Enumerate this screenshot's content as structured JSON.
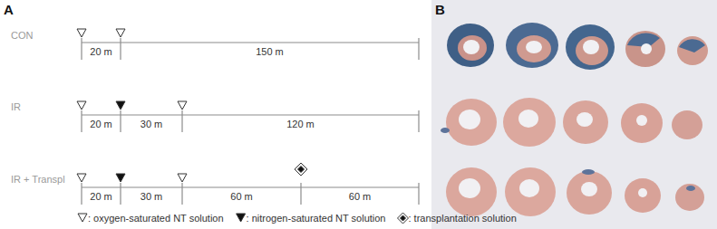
{
  "diagram": {
    "labels": [
      "A",
      "B",
      "CON",
      "20 m",
      "150 m",
      "IR",
      "20 m",
      "30 m",
      "120 m",
      "IR + Transpl",
      "20 m",
      "30 m",
      "60 m",
      "60 m"
    ],
    "legend": [
      {
        "text": ": oxygen-saturated NT solution"
      },
      {
        "text": ": nitrogen-saturated NT solution"
      },
      {
        "text": ": transplantation solution"
      }
    ]
  }
}
